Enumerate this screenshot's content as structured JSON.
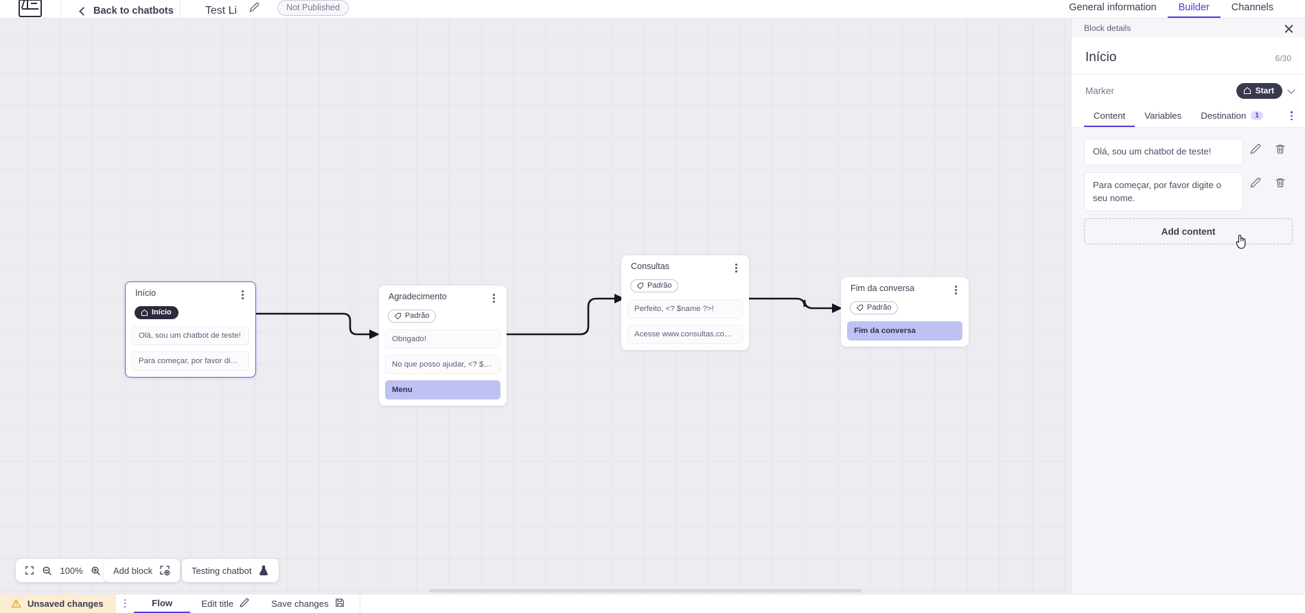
{
  "topbar": {
    "logo": "app-logo",
    "back_label": "Back to chatbots",
    "bot_title": "Test Li",
    "status_badge": "Not Published",
    "tabs": [
      {
        "label": "General information",
        "active": false
      },
      {
        "label": "Builder",
        "active": true
      },
      {
        "label": "Channels",
        "active": false
      }
    ]
  },
  "canvas": {
    "zoom_level": "100%",
    "add_block_label": "Add block",
    "testing_label": "Testing chatbot",
    "nodes": [
      {
        "title": "Início",
        "tag": "Início",
        "tag_style": "start",
        "selected": true,
        "messages": [
          {
            "text": "Olá, sou um chatbot de teste!",
            "highlight": false
          },
          {
            "text": "Para começar, por favor digite o ...",
            "highlight": false
          }
        ]
      },
      {
        "title": "Agradecimento",
        "tag": "Padrão",
        "tag_style": "default",
        "selected": false,
        "messages": [
          {
            "text": "Obrigado!",
            "highlight": false
          },
          {
            "text": "No que posso ajudar, <? $name ...",
            "highlight": false
          },
          {
            "text": "Menu",
            "highlight": true
          }
        ]
      },
      {
        "title": "Consultas",
        "tag": "Padrão",
        "tag_style": "default",
        "selected": false,
        "messages": [
          {
            "text": "Perfeito, <? $name ?>!",
            "highlight": false
          },
          {
            "text": "Acesse www.consultas.com par...",
            "highlight": false
          }
        ]
      },
      {
        "title": "Fim da conversa",
        "tag": "Padrão",
        "tag_style": "default",
        "selected": false,
        "messages": [
          {
            "text": "Fim da conversa",
            "highlight": true
          }
        ]
      }
    ]
  },
  "panel": {
    "header_label": "Block details",
    "title": "Início",
    "char_count": "6/30",
    "marker_label": "Marker",
    "marker_value": "Start",
    "tabs": [
      {
        "label": "Content",
        "active": true,
        "count": ""
      },
      {
        "label": "Variables",
        "active": false,
        "count": ""
      },
      {
        "label": "Destination",
        "active": false,
        "count": "1"
      }
    ],
    "contents": [
      {
        "text": "Olá, sou um chatbot de teste!"
      },
      {
        "text": "Para começar, por favor digite o seu nome."
      }
    ],
    "add_content_label": "Add content"
  },
  "statusbar": {
    "unsaved_label": "Unsaved changes",
    "flow_label": "Flow",
    "edit_title_label": "Edit title",
    "save_label": "Save changes"
  },
  "colors": {
    "accent": "#4a40d8",
    "highlight_msg": "#bec1f2",
    "warn_bg": "#fcecd2",
    "dark_pill": "#2b2b3c"
  }
}
